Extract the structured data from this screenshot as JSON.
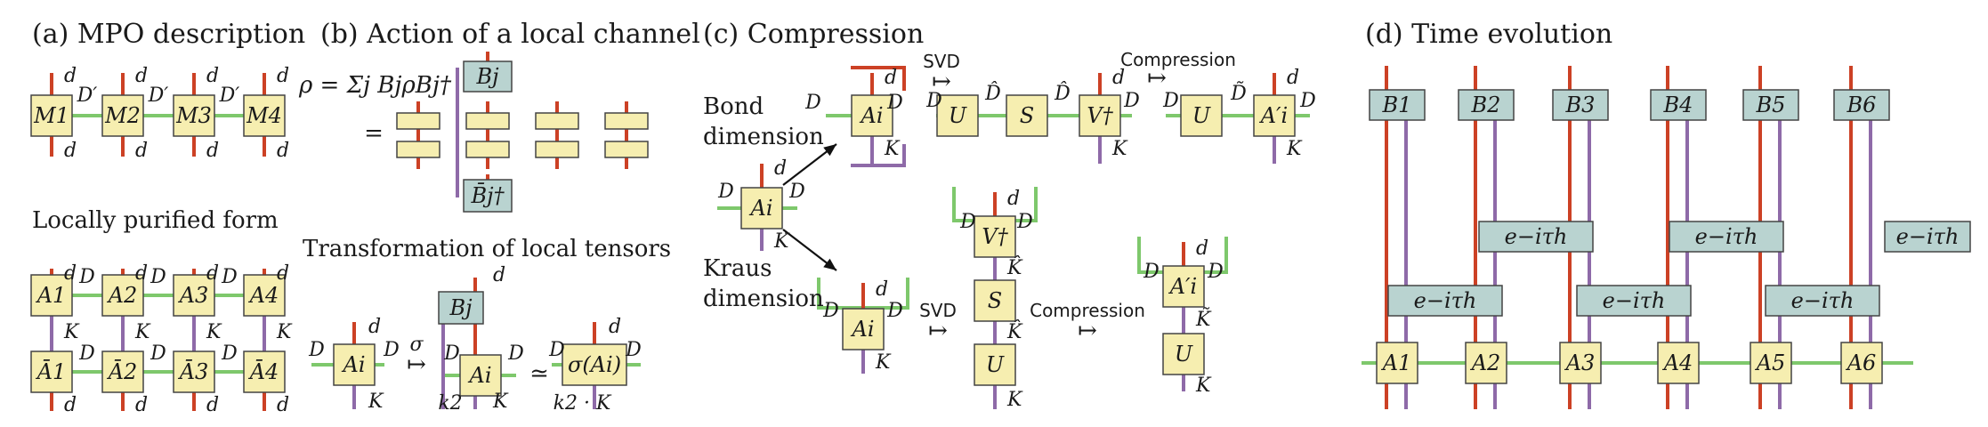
{
  "colors": {
    "red": "#cc4125",
    "green": "#7ec86c",
    "purple": "#8e6aa8",
    "yellow_fill": "#f6eeb0",
    "teal_fill": "#b9d3d0",
    "box_stroke": "#444444",
    "text": "#1a1a1a"
  },
  "panel_a": {
    "title": "(a) MPO description",
    "mpo_tensors": [
      "M1",
      "M2",
      "M3",
      "M4"
    ],
    "bond_label": "D′",
    "phys_label": "d",
    "subtitle": "Locally purified form",
    "purified_top": [
      "A1",
      "A2",
      "A3",
      "A4"
    ],
    "purified_bottom": [
      "Ā1",
      "Ā2",
      "Ā3",
      "Ā4"
    ],
    "purified_bond": "D",
    "kraus_label": "K"
  },
  "panel_b": {
    "title": "(b) Action of a local channel",
    "equation": "ρ = Σj BjρBj†",
    "eq_sign": "=",
    "kraus_op_top": "Bj",
    "kraus_op_bottom": "B̄j†",
    "subtitle": "Transformation of local tensors",
    "tensor": "Ai",
    "map_label": "σ",
    "result_tensor": "σ(Ai)",
    "approx": "≃",
    "k2_label": "k2",
    "k2K_label": "k2 · K"
  },
  "panel_c": {
    "title": "(c) Compression",
    "bond_label_1": "Bond",
    "bond_label_2": "dimension",
    "kraus_label_1": "Kraus",
    "kraus_label_2": "dimension",
    "svd": "SVD",
    "compression": "Compression",
    "tensors": {
      "A": "Ai",
      "A_prime": "A′i",
      "U": "U",
      "S": "S",
      "V": "V†"
    },
    "labels": {
      "D": "D",
      "D_hat": "D̂",
      "D_tilde": "D̃",
      "d": "d",
      "K": "K",
      "K_hat": "K̂",
      "K_tilde": "K̃"
    }
  },
  "panel_d": {
    "title": "(d) Time evolution",
    "kraus_ops": [
      "B1",
      "B2",
      "B3",
      "B4",
      "B5",
      "B6"
    ],
    "gate_label": "e−iτh",
    "sites": [
      "A1",
      "A2",
      "A3",
      "A4",
      "A5",
      "A6"
    ]
  }
}
